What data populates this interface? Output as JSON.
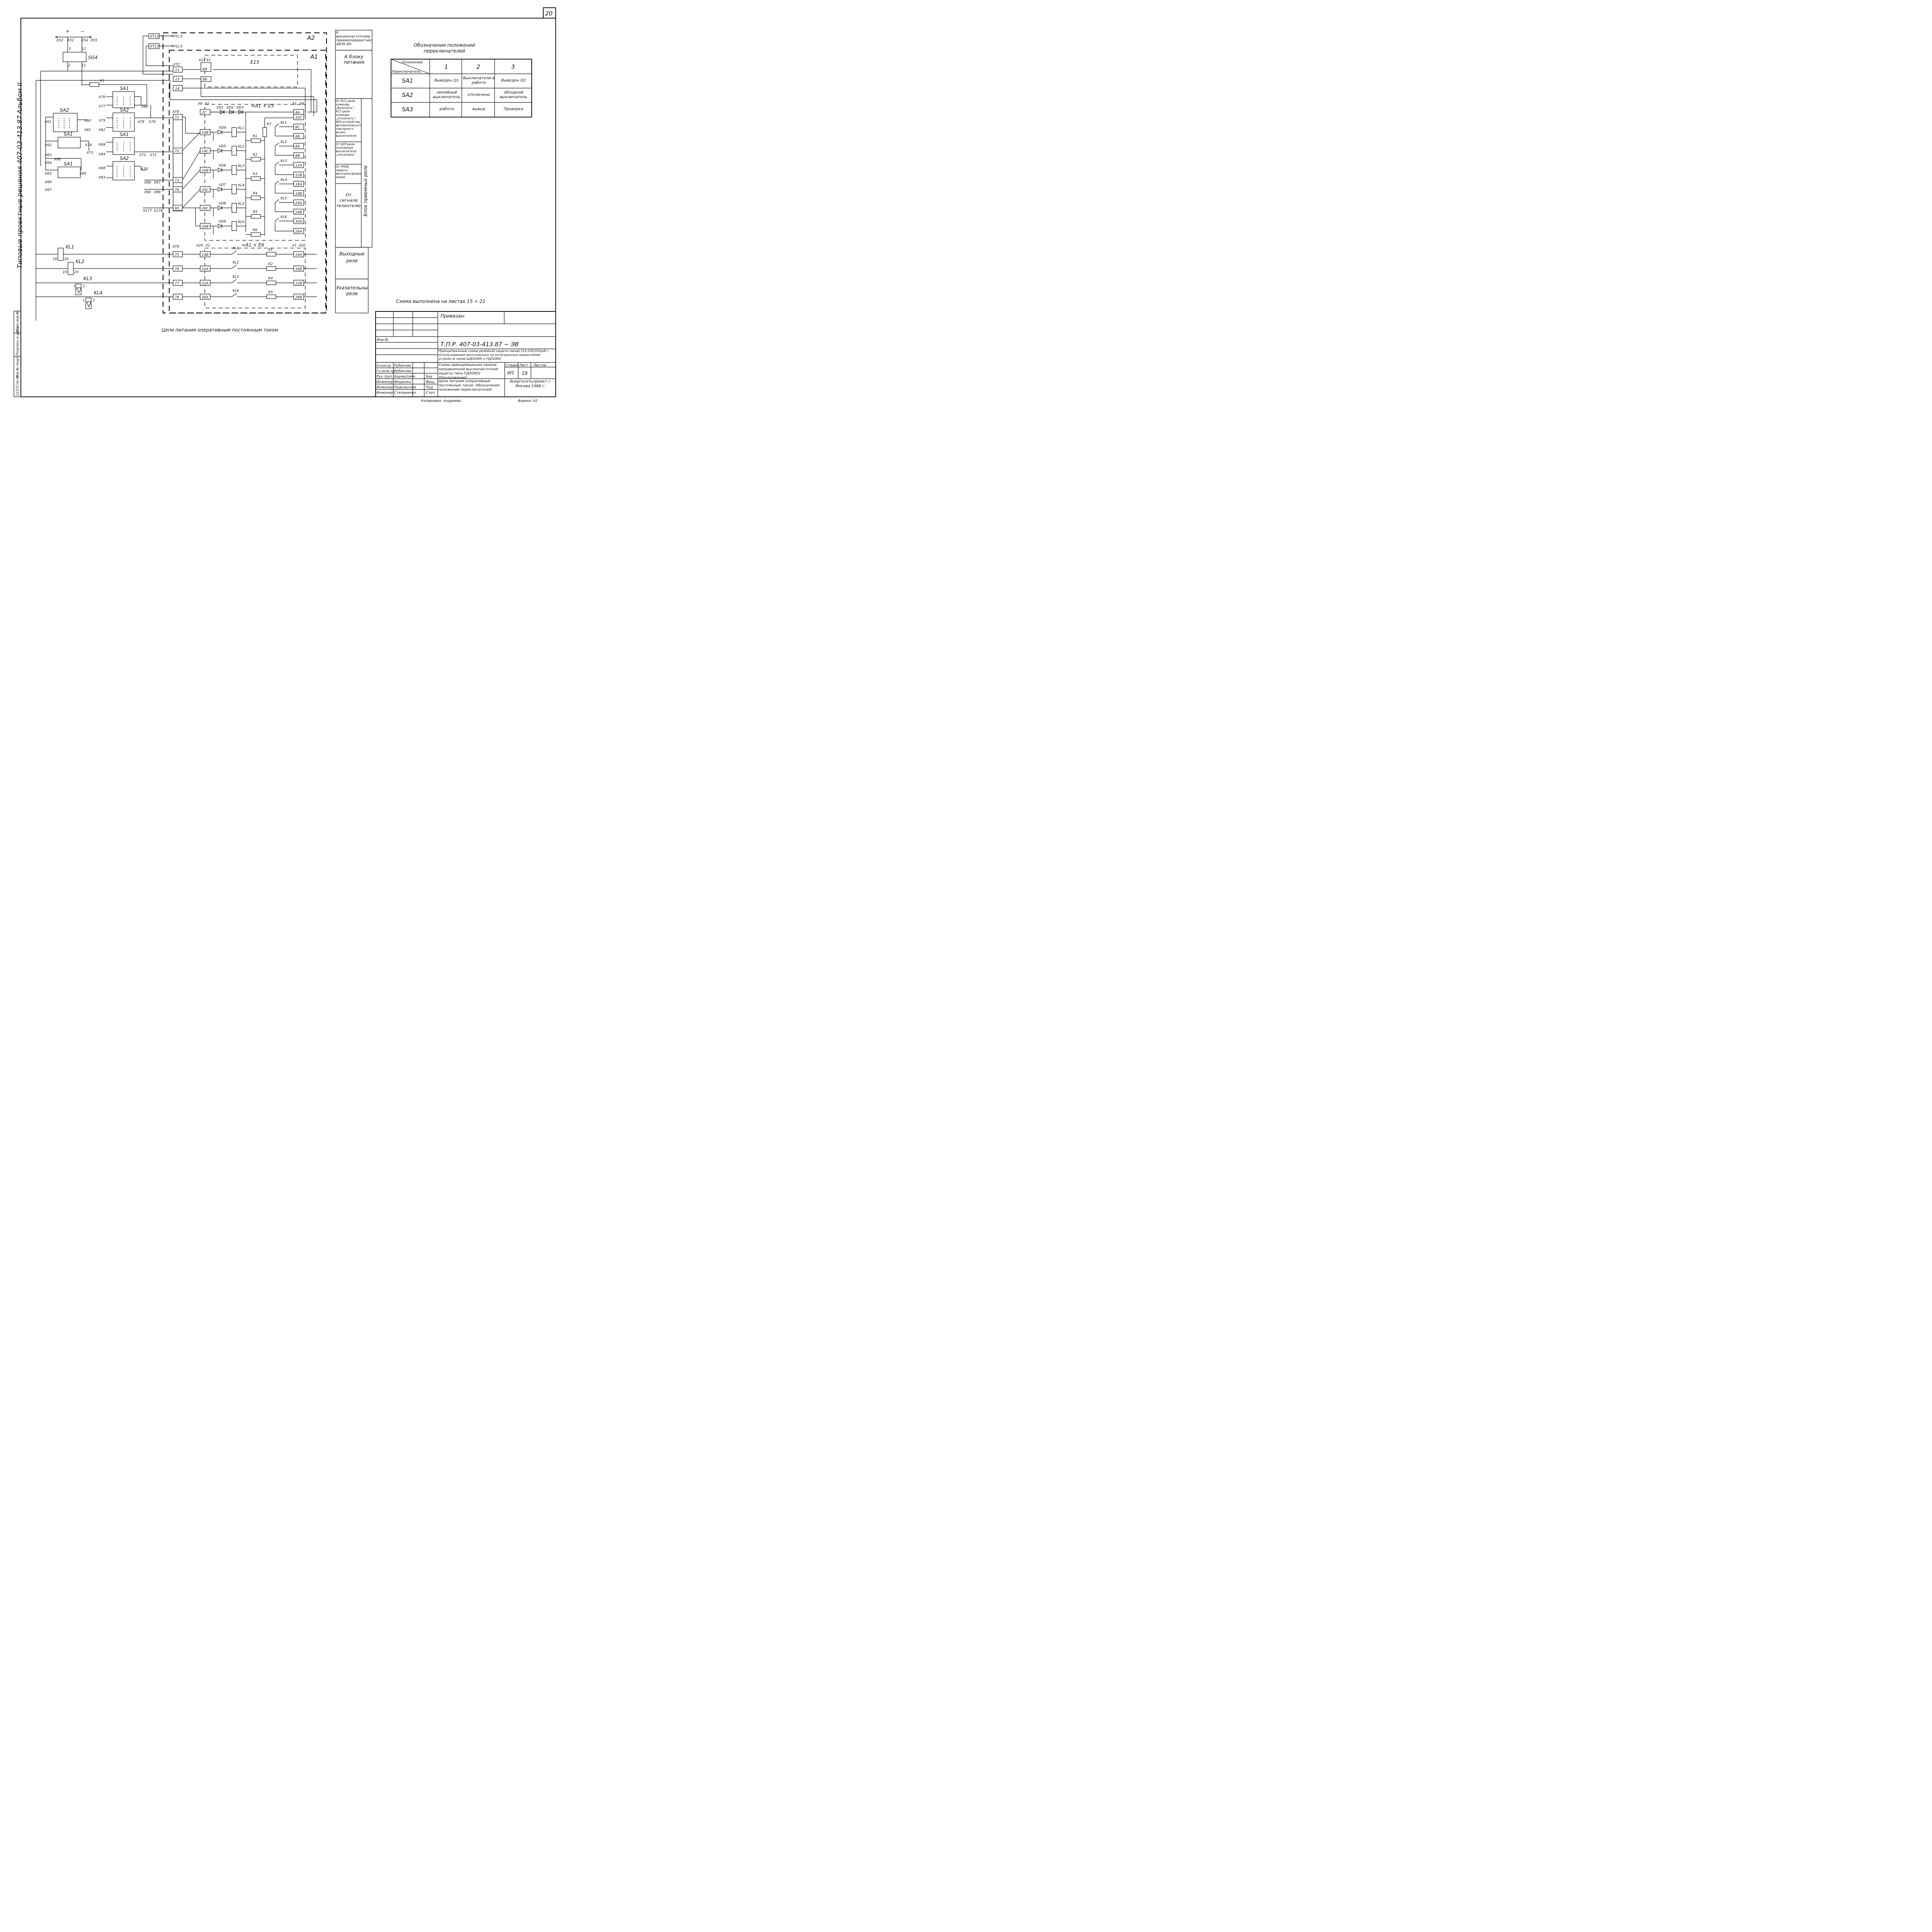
{
  "sheet_no": "20",
  "side_title": {
    "typical": "Типовые проектные решения 407-03-413.87",
    "album": "Альбом II"
  },
  "polarity": {
    "plus": "+",
    "minus": "−"
  },
  "frames": {
    "a2": "A2",
    "a1": "A1",
    "e15": "E15",
    "e5": "=A1 + E5",
    "e6": "=A1 + E6"
  },
  "ports": {
    "xt12": "XT12",
    "xt13": "XT13",
    "p1": "П1:5",
    "p2": "П2:5",
    "xt2": "XT2",
    "xt8a": "XT8",
    "xt8b": "XT8"
  },
  "terminals": {
    "x52": "X52",
    "x51": "X51",
    "x54": "X54",
    "x55": "X55",
    "sg4": "SG4",
    "r5top": "R5",
    "x76": "X76",
    "x77": "X77",
    "x80": "X80",
    "x75": "X75",
    "x82": "X82",
    "x78": "X78",
    "x79": "X79",
    "x61": "X61",
    "x60": "X60",
    "x81": "X81",
    "x62": "X62",
    "x74": "X74",
    "x73": "X73",
    "x63": "X63",
    "x86": "X86",
    "x64": "X64",
    "x65": "X65",
    "x85": "X85",
    "x66": "X66",
    "x67": "X67",
    "x69": "X69",
    "x84": "X84",
    "x72": "X72",
    "x71": "X71",
    "x68": "X68",
    "x83": "X83",
    "x70": "X70",
    "x88": "X88",
    "x87": "X87",
    "x90": "X90",
    "x89": "X89",
    "x177": "X177",
    "x176": "X176",
    "x14": "X14",
    "x1": "X1",
    "x8": "X8",
    "x20": "X20"
  },
  "switches": [
    "SA1",
    "SA2",
    "SA1",
    "SA1",
    "SA2",
    "SA1",
    "SA2"
  ],
  "relays": {
    "kl1": "KL1",
    "kl2": "KL2",
    "kl3": "KL3",
    "kl4": "KL4",
    "kl5": "KL5",
    "kl6": "KL6",
    "vd1": "VD1",
    "vd2": "VD2",
    "vd3": "VD3",
    "vd4": "VD4",
    "vd5": "VD5",
    "vd6": "VD6",
    "vd7": "VD7",
    "vd8": "VD8",
    "vd9": "VD9",
    "r1": "R1",
    "r2": "R2",
    "r3": "R3",
    "r4": "R4",
    "r5": "R5",
    "r6": "R6",
    "r7": "R7"
  },
  "xt2_cells": [
    "11",
    "13",
    "14"
  ],
  "xt8_upper": [
    "71",
    "72",
    "73",
    "74",
    "80"
  ],
  "xt8_lower": [
    "75",
    "76",
    "77",
    "78"
  ],
  "a1_left": [
    "2C",
    "14B",
    "14C",
    "20B",
    "20C",
    "26C",
    "26B"
  ],
  "a1_right": [
    "4A",
    "32C",
    "6C",
    "6B",
    "8A",
    "8B",
    "12A",
    "12B",
    "18A",
    "18B",
    "24A",
    "24B",
    "30A",
    "28A"
  ],
  "e6_left": [
    "14B",
    "16A",
    "22A",
    "26A"
  ],
  "e6_right": [
    "14A",
    "16B",
    "22B",
    "26B"
  ],
  "e15_cells": [
    "6B",
    "8B"
  ],
  "out_rows": [
    {
      "contact": "KL1",
      "res": "R1"
    },
    {
      "contact": "KL2",
      "res": "R2"
    },
    {
      "contact": "KL5",
      "res": "R4"
    },
    {
      "contact": "KL6",
      "res": "R5"
    }
  ],
  "coil_pins": {
    "kl1": [
      "19",
      "20"
    ],
    "kl2": [
      "19",
      "20"
    ],
    "kl3": [
      "1",
      "2"
    ],
    "kl4": [
      "1",
      "2"
    ]
  },
  "side_blocks": {
    "hf": "К высокочастотному приемопередатчику АВЗК-80",
    "psu": "К блоку питания",
    "kcc": "От КСС-реле команды „Включить“; КСТ-реле команды „отключить“; АКS-устройства автоматического повторного включ. выключателя",
    "kqt": "От KQT-реле положения выключателя „отключено“",
    "urov": "От УРОВ, защиты автотрансформатора, линии",
    "signal": "От сигнала телеотключения",
    "recv": "Блок приемных реле",
    "out": "Выходные реле",
    "ind": "Указательные реле"
  },
  "legend": {
    "title": "Обозначения положений переключателей",
    "corner_top": "Положение",
    "corner_bottom": "Переключатель",
    "cols": [
      "1",
      "2",
      "3"
    ],
    "rows": [
      {
        "sw": "SA1",
        "c1": "Выведен Q1",
        "c2": "Выключатели в работе",
        "c3": "Выведен Q2"
      },
      {
        "sw": "SA2",
        "c1": "линейный выключатель",
        "c2": "отключено",
        "c3": "обходной выключатель"
      },
      {
        "sw": "SA3",
        "c1": "работа",
        "c2": "вывод",
        "c3": "Проверка"
      }
    ]
  },
  "note": "Схема выполнена на листах 15 ÷ 21",
  "caption": "Цепи питания оперативным постоянным током",
  "stamp": {
    "bound": "Привязан:",
    "inv": "Инв.№",
    "code": "Т.П.Р.   407-03-413.87 − ЭВ",
    "desc": "Принципиальные схемы релейной защиты линий 110-220(330)кВ с использованием выполненных на интегральных микросхемах устройств серии ШДЭ2800 и ПДЭ2800",
    "sheet_name": "Схема принципиальная панели направленной высокочастотной защиты типа ПДЭ2802 (Продолжение)",
    "sub_name": "Цепи питания оперативным постоянным током. Обозначения положений переключателей",
    "col_stage": "Стадия",
    "col_sheet": "Лист",
    "col_sheets": "Листов",
    "stage": "РП",
    "sheet": "19",
    "org": "Энергосетьпроект г. Москва 1986 г.",
    "roles": [
      "Н.контр.",
      "Гл.инж.пр.",
      "Рук.груп.",
      "Инженер",
      "Инженер",
      "Инженер"
    ],
    "names": [
      "Рубинчик",
      "Рубинчик",
      "Баумштейн",
      "Фещенко",
      "Подольская",
      "Степаненко"
    ],
    "sig_names": [
      "Бау",
      "Фещ",
      "Под",
      "Степ"
    ],
    "left_strip": [
      "Инв.№ подл.",
      "Подпись и дата",
      "Взам.инв.№"
    ],
    "left_code": "11571тм-т2",
    "copied": "Копировал: Андреева",
    "format": "Формат  А2"
  }
}
